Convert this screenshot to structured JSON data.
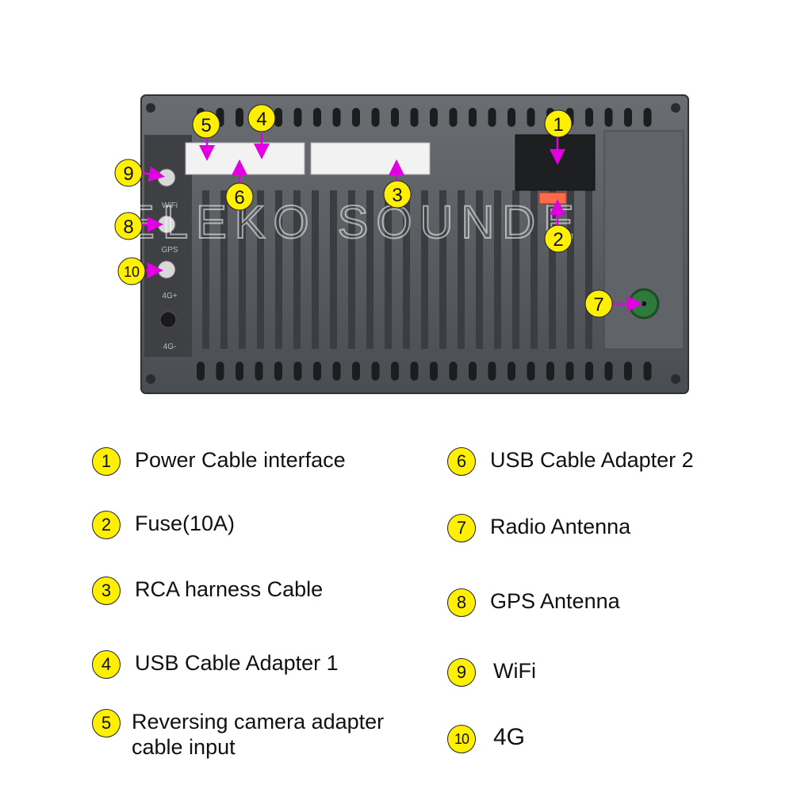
{
  "watermark": "ELEKO SOUNDE",
  "panel_marks": [
    "WiFi",
    "GPS",
    "4G+",
    "4G-"
  ],
  "legend": {
    "left": [
      {
        "num": "1",
        "label": "Power Cable interface"
      },
      {
        "num": "2",
        "label": "Fuse(10A)"
      },
      {
        "num": "3",
        "label": "RCA harness Cable"
      },
      {
        "num": "4",
        "label": "USB Cable Adapter 1"
      },
      {
        "num": "5",
        "label": "Reversing camera adapter\ncable input"
      }
    ],
    "right": [
      {
        "num": "6",
        "label": "USB Cable Adapter 2"
      },
      {
        "num": "7",
        "label": "Radio Antenna"
      },
      {
        "num": "8",
        "label": "GPS Antenna"
      },
      {
        "num": "9",
        "label": "WiFi"
      },
      {
        "num": "10",
        "label": "4G"
      }
    ]
  },
  "colors": {
    "badge": "#ffef00",
    "arrow": "#e000e0",
    "panel": "#55585d"
  }
}
